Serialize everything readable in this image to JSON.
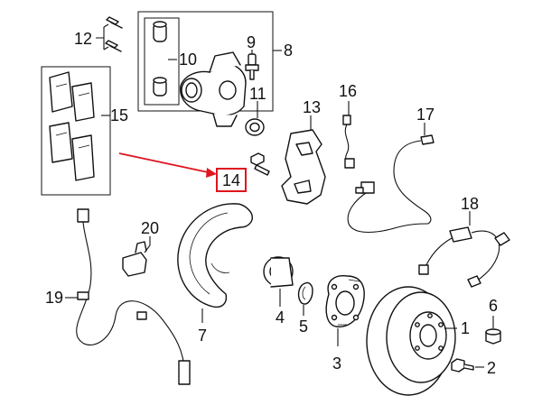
{
  "diagram": {
    "callouts": {
      "c1": "1",
      "c2": "2",
      "c3": "3",
      "c4": "4",
      "c5": "5",
      "c6": "6",
      "c7": "7",
      "c8": "8",
      "c9": "9",
      "c10": "10",
      "c11": "11",
      "c12": "12",
      "c13": "13",
      "c14": "14",
      "c15": "15",
      "c16": "16",
      "c17": "17",
      "c18": "18",
      "c19": "19",
      "c20": "20"
    },
    "colors": {
      "line": "#111111",
      "highlight": "#e0141e",
      "background": "#ffffff"
    },
    "highlighted_callout": "14"
  }
}
